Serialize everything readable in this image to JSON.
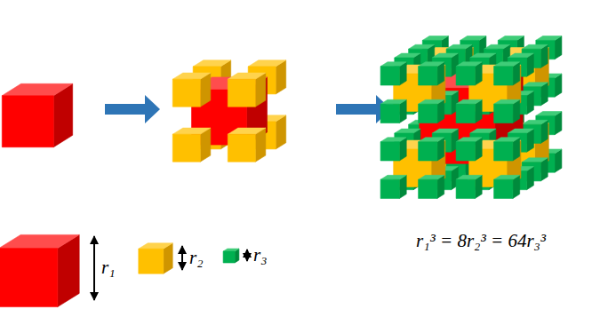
{
  "diagram": {
    "labels": [
      "r₁",
      "r₂",
      "r₃",
      "r₁³ = 8r₂³ = 64r₃³"
    ]
  }
}
